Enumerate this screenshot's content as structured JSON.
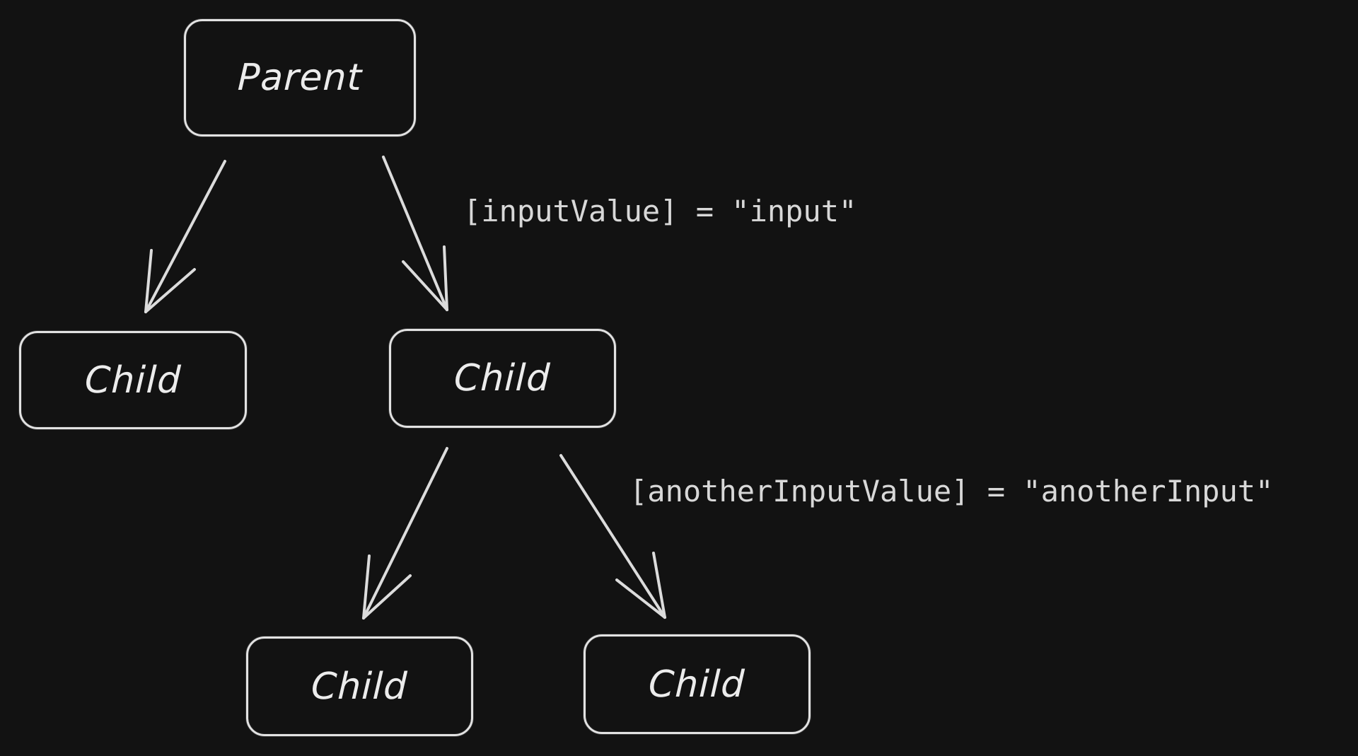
{
  "diagram": {
    "type": "tree",
    "background_color": "#121212",
    "stroke_color": "#e2e2e2",
    "text_color": "#ececec",
    "nodes": [
      {
        "id": "parent",
        "label": "Parent",
        "level": 0
      },
      {
        "id": "child-1",
        "label": "Child",
        "level": 1,
        "parent": "parent"
      },
      {
        "id": "child-2",
        "label": "Child",
        "level": 1,
        "parent": "parent"
      },
      {
        "id": "child-2-1",
        "label": "Child",
        "level": 2,
        "parent": "child-2"
      },
      {
        "id": "child-2-2",
        "label": "Child",
        "level": 2,
        "parent": "child-2"
      }
    ],
    "edges": [
      {
        "from": "parent",
        "to": "child-1",
        "label": ""
      },
      {
        "from": "parent",
        "to": "child-2",
        "label": "[inputValue] = \"input\""
      },
      {
        "from": "child-2",
        "to": "child-2-1",
        "label": ""
      },
      {
        "from": "child-2",
        "to": "child-2-2",
        "label": "[anotherInputValue] = \"anotherInput\""
      }
    ]
  },
  "labels": {
    "parent": "Parent",
    "child_1": "Child",
    "child_2": "Child",
    "child_2_1": "Child",
    "child_2_2": "Child",
    "edge_input": "[inputValue] = \"input\"",
    "edge_another_input": "[anotherInputValue] = \"anotherInput\""
  }
}
